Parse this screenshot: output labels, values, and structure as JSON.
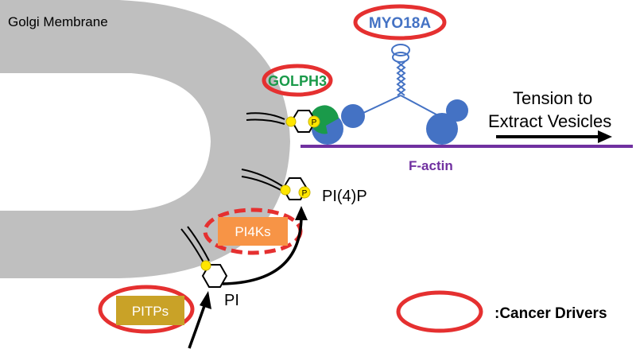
{
  "membrane_label": "Golgi Membrane",
  "myo18a_label": "MYO18A",
  "golph3_label": "GOLPH3",
  "tension_line1": "Tension to",
  "tension_line2": "Extract Vesicles",
  "factin_label": "F-actin",
  "pi4p_label": "PI(4)P",
  "pi4ks_label": "PI4Ks",
  "pi_label": "PI",
  "pitps_label": "PITPs",
  "phosphate_label": "P",
  "legend_label": ":Cancer Drivers",
  "colors": {
    "membrane": "#bfbfbf",
    "myo18a": "#4472c4",
    "golph3": "#1a9a4a",
    "factin": "#7030a0",
    "driver_outline": "#e53030",
    "pi4ks_box": "#f79446",
    "pitps_box": "#c9a227",
    "phosphate": "#ffe600"
  }
}
